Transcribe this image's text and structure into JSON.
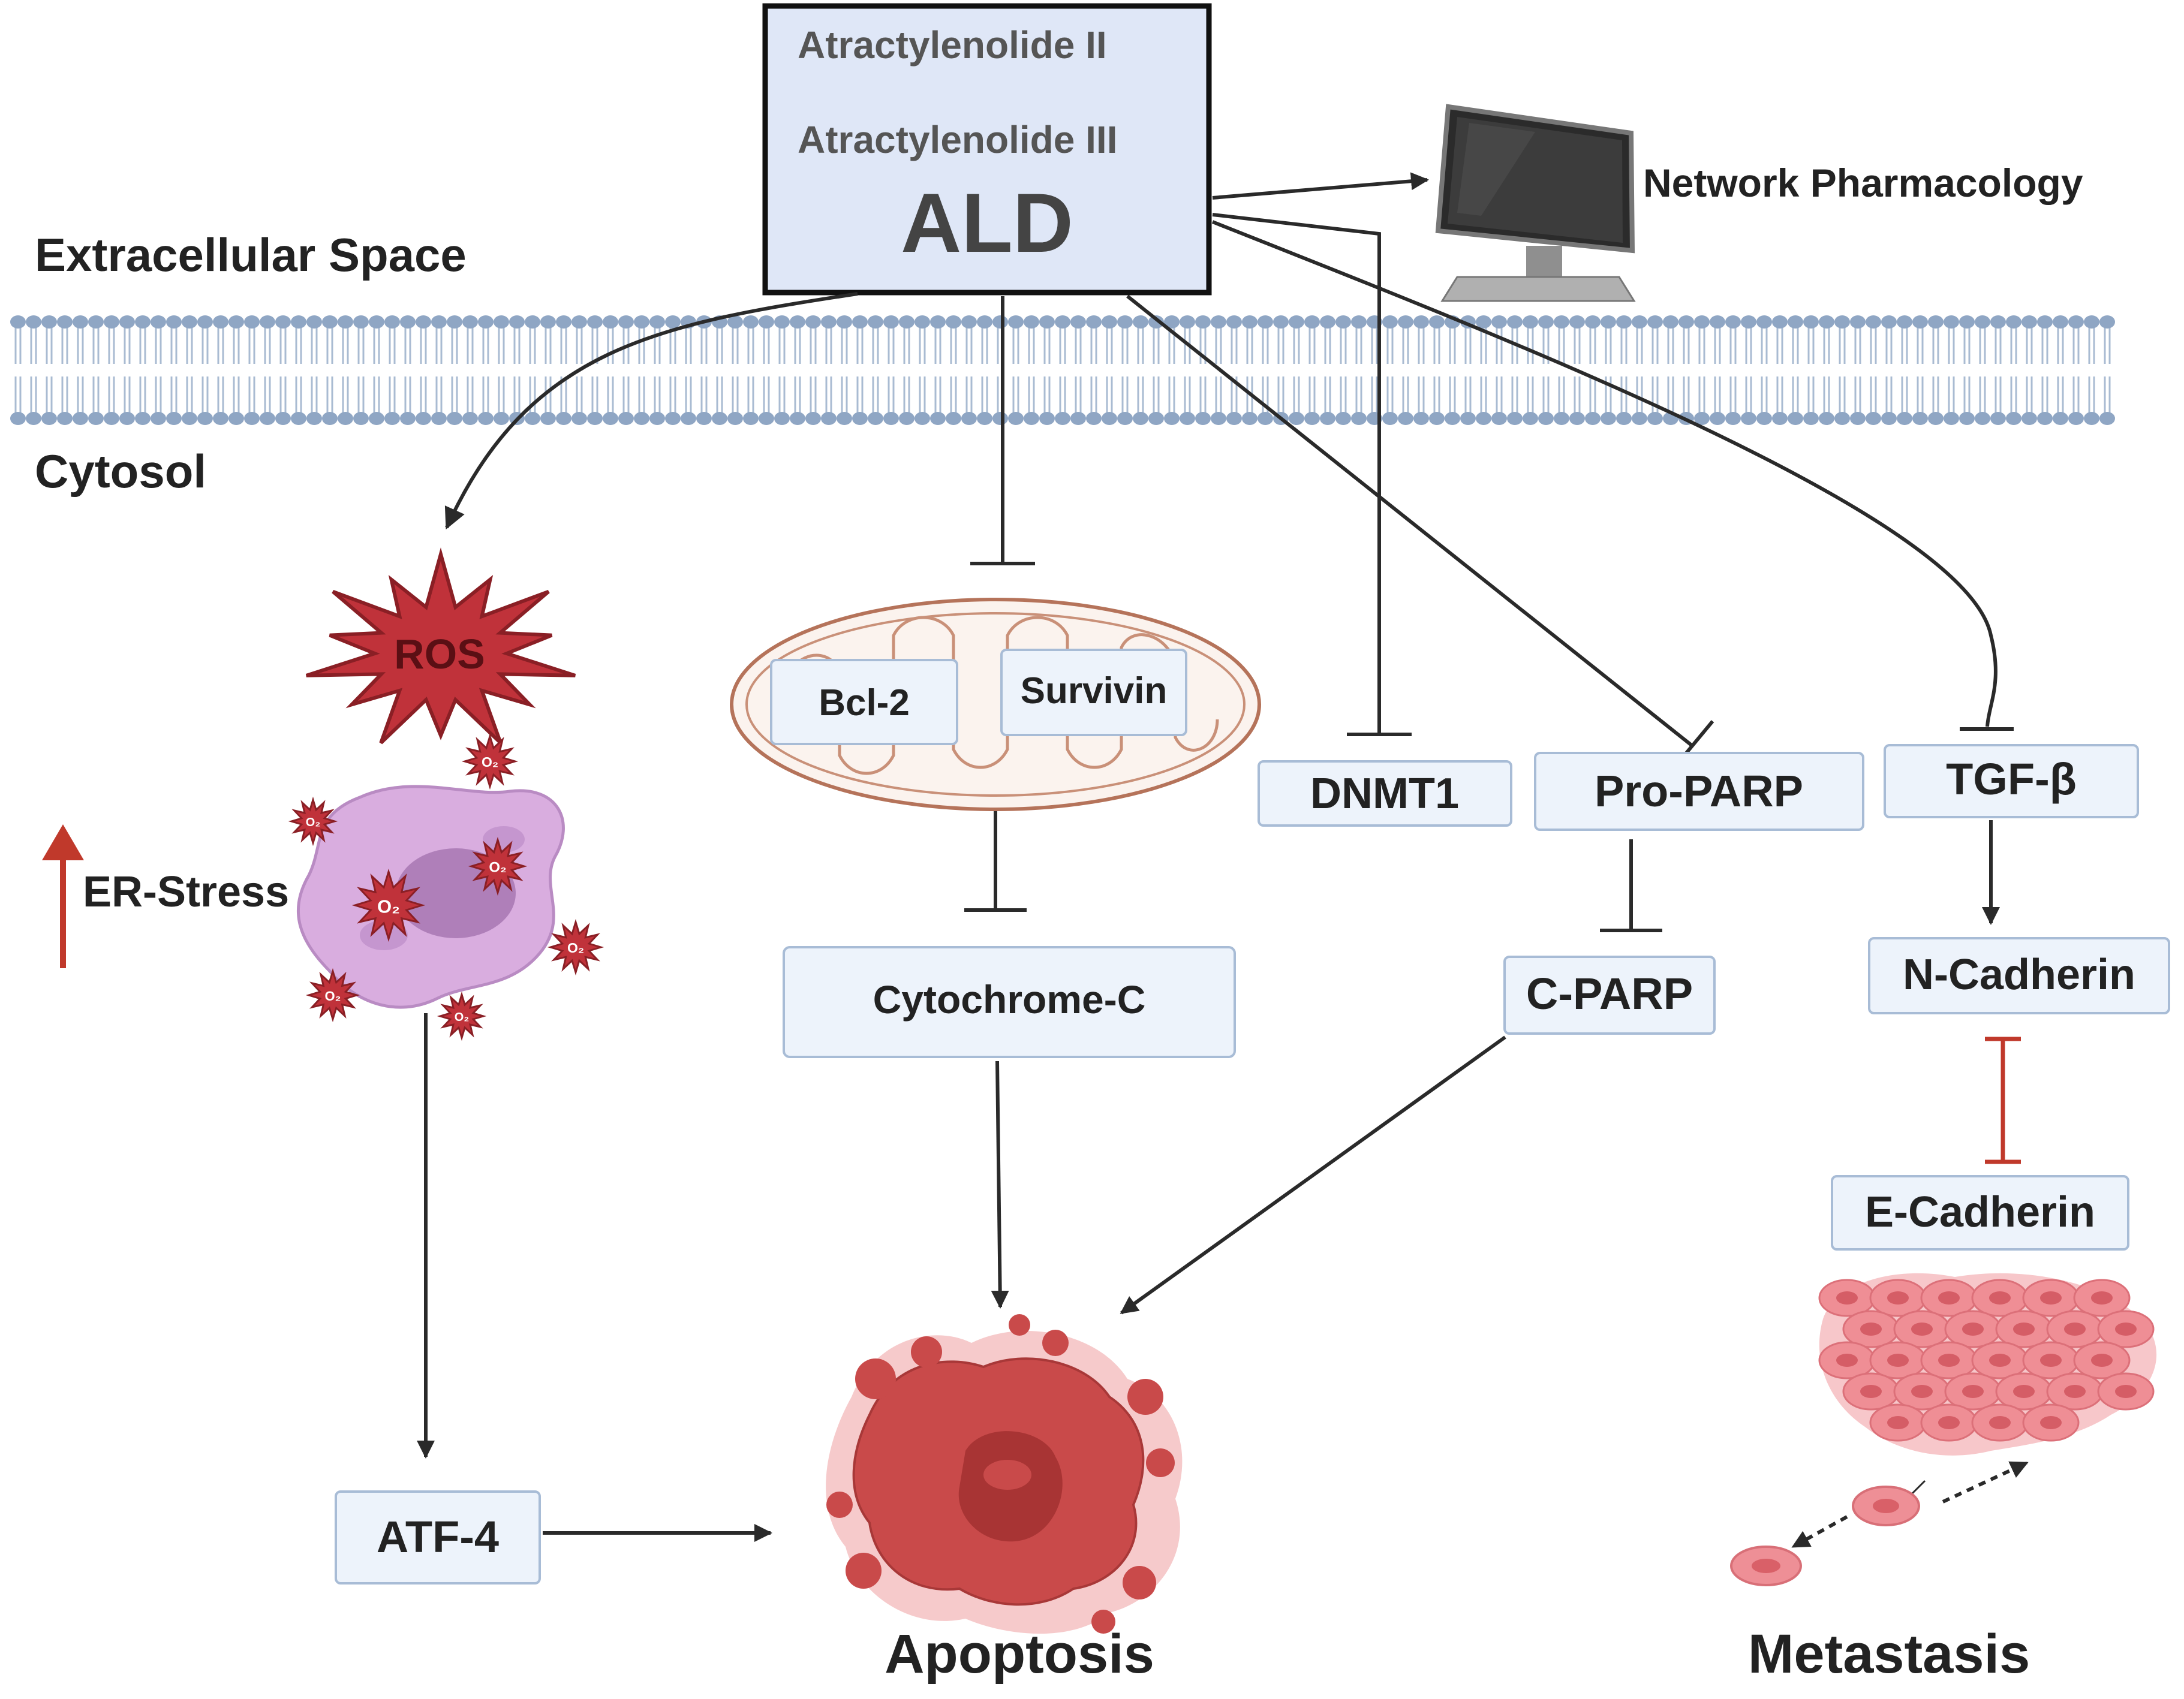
{
  "drug": {
    "line1": "Atractylenolide II",
    "line2": "Atractylenolide III",
    "name": "ALD"
  },
  "regions": {
    "extracellular": "Extracellular Space",
    "cytosol": "Cytosol"
  },
  "network": "Network Pharmacology",
  "ros": "ROS",
  "er_stress": "ER-Stress",
  "o2_label": "O₂",
  "nodes": {
    "bcl2": "Bcl-2",
    "survivin": "Survivin",
    "cytochrome_c": "Cytochrome-C",
    "dnmt1": "DNMT1",
    "pro_parp": "Pro-PARP",
    "c_parp": "C-PARP",
    "tgf_b": "TGF-β",
    "n_cadherin": "N-Cadherin",
    "e_cadherin": "E-Cadherin",
    "atf4": "ATF-4"
  },
  "outcomes": {
    "apoptosis": "Apoptosis",
    "metastasis": "Metastasis"
  },
  "colors": {
    "drug_box": "#dfe7f7",
    "node_box": "#edf3fb",
    "ros": "#c0323a",
    "inhibit_red": "#c0392b",
    "mitochondrion": "#b5735a",
    "er_cell": "#d7a8e0",
    "apoptotic_cell": "#c44a4a",
    "metastatic_cluster": "#ec8c93",
    "membrane": "#8aa2bf"
  }
}
